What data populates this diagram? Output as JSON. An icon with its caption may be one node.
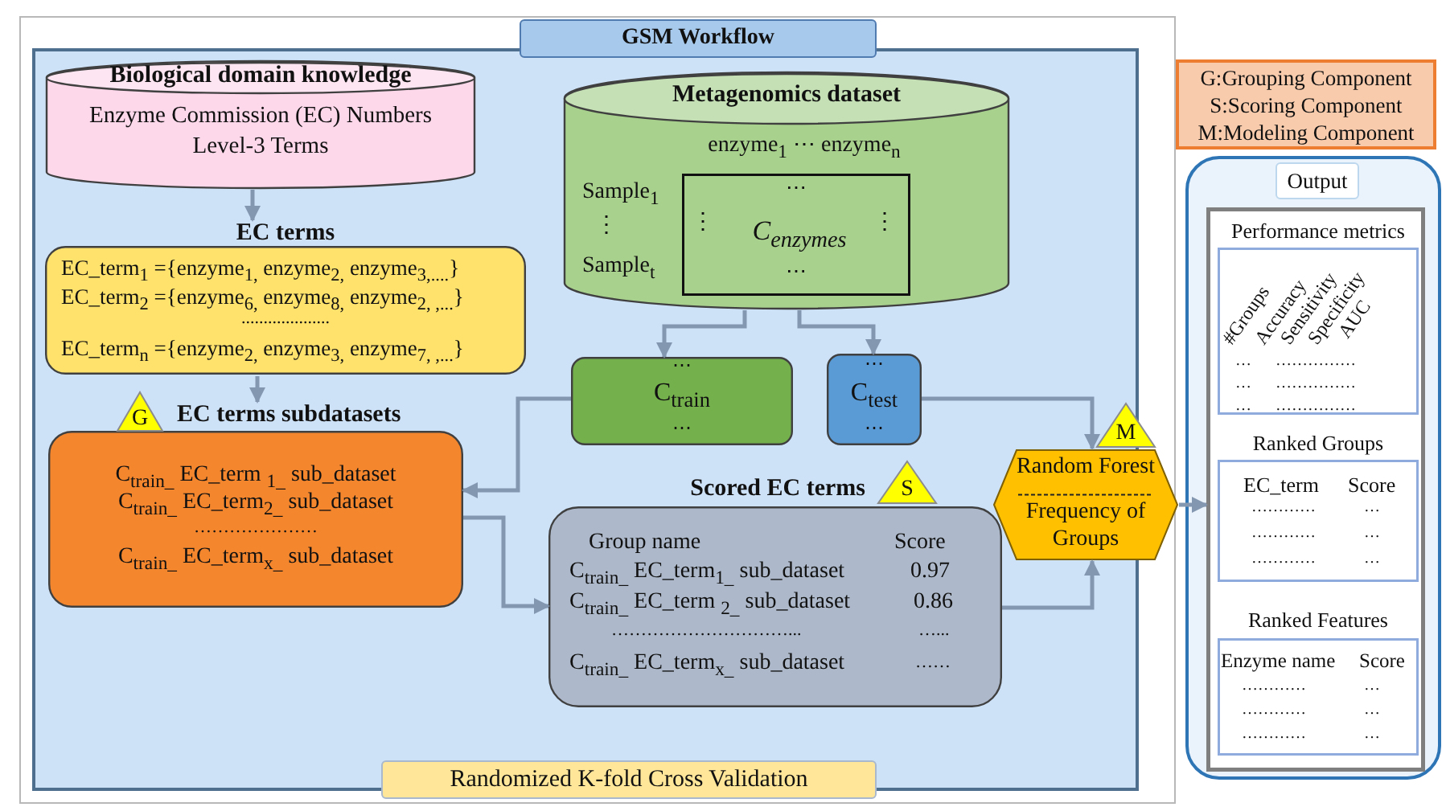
{
  "diagram": {
    "nodes": [
      {
        "text": [
          "GSM Workflow",
          "Randomized K-fold Cross Validation"
        ]
      },
      {
        "text": [
          "Biological domain knowledge",
          "Enzyme Commission (EC) Numbers Level-3 Terms"
        ],
        "in": 0
      },
      {
        "text": [
          "EC terms",
          "EC_term$_{1}$ ={enzyme$_{1,}$ enzyme$_{2,}$ enzyme$_{3,....}$}",
          "EC_term$_{2}$ ={enzyme$_{6,}$ enzyme$_{8,}$ enzyme$_{2, ,...}$}",
          "....................",
          "EC_term$_{n}$ ={enzyme$_{2,}$ enzyme$_{3,}$ enzyme$_{7, ,...}$}"
        ],
        "in": 0
      },
      {
        "text": [
          "Metagenomics dataset",
          "enzyme$_{1}$ ⋯ enzyme$_{n}$",
          "Sample$_{1}$",
          "⋮",
          "Sample$_{t}$"
        ],
        "in": 0
      },
      {
        "text": [
          "⋯",
          "⋮",
          "C$_{enzymes}$",
          "⋮",
          "⋯"
        ],
        "in": 3
      },
      {
        "text": [
          "⋯",
          "C$_{train}$",
          "⋯"
        ],
        "in": 0
      },
      {
        "text": [
          "⋯",
          "C$_{test}$",
          "⋯"
        ],
        "in": 0
      },
      {
        "text": [
          "EC terms subdatasets",
          "C$_{train_}$ EC_term $_{1_}$ sub_dataset",
          "C$_{train_}$ EC_term$_{2_}$ sub_dataset",
          "…………………",
          "C$_{train_}$ EC_term$_{x_}$ sub_dataset"
        ],
        "in": 0
      },
      {
        "text": [
          "G"
        ],
        "in": 0
      },
      {
        "text": [
          "Scored EC terms",
          "Group name",
          "Score",
          "C$_{train_}$ EC_term$_{1_}$ sub_dataset",
          "0.97",
          "C$_{train_}$ EC_term $_{2_}$ sub_dataset",
          "0.86",
          "…………………………...",
          "…...",
          "C$_{train_}$ EC_term$_{x_}$ sub_dataset",
          "……"
        ],
        "in": 0
      },
      {
        "text": [
          "S"
        ],
        "in": 0
      },
      {
        "text": [
          "Random Forest",
          "Frequency of Groups"
        ]
      },
      {
        "text": [
          "M"
        ],
        "in": 0
      },
      {
        "text": [
          "G:Grouping Component",
          "S:Scoring Component",
          "M:Modeling Component"
        ]
      },
      {
        "text": [
          "Output"
        ]
      },
      {
        "text": [],
        "shape": "box",
        "in": 14
      },
      {
        "text": [
          "Performance metrics",
          "#Groups",
          "Accuracy",
          "Sensitivity",
          "Specificity",
          "AUC",
          "…",
          "……………",
          "…",
          "……………",
          "…",
          "……………"
        ],
        "in": 15
      },
      {
        "text": [
          "Ranked Groups",
          "EC_term",
          "Score",
          "…………",
          "…",
          "…………",
          "…",
          "…………",
          "…"
        ],
        "in": 15
      },
      {
        "text": [
          "Ranked Features",
          "Enzyme name",
          "Score",
          "…………",
          "…",
          "…………",
          "…",
          "…………",
          "…"
        ],
        "in": 15
      }
    ],
    "edges": [
      {
        "from": 1,
        "to": 2,
        "arrow": "to"
      },
      {
        "from": 2,
        "to": 7,
        "arrow": "to"
      },
      {
        "from": 3,
        "to": 5,
        "arrow": "to"
      },
      {
        "from": 3,
        "to": 6,
        "arrow": "to"
      },
      {
        "from": 5,
        "to": 7,
        "arrow": "to"
      },
      {
        "from": 7,
        "to": 9,
        "arrow": "to"
      },
      {
        "from": 6,
        "to": 11,
        "arrow": "to"
      },
      {
        "from": 9,
        "to": 11,
        "arrow": "to"
      },
      {
        "from": 11,
        "to": 15,
        "arrow": "to"
      }
    ]
  }
}
